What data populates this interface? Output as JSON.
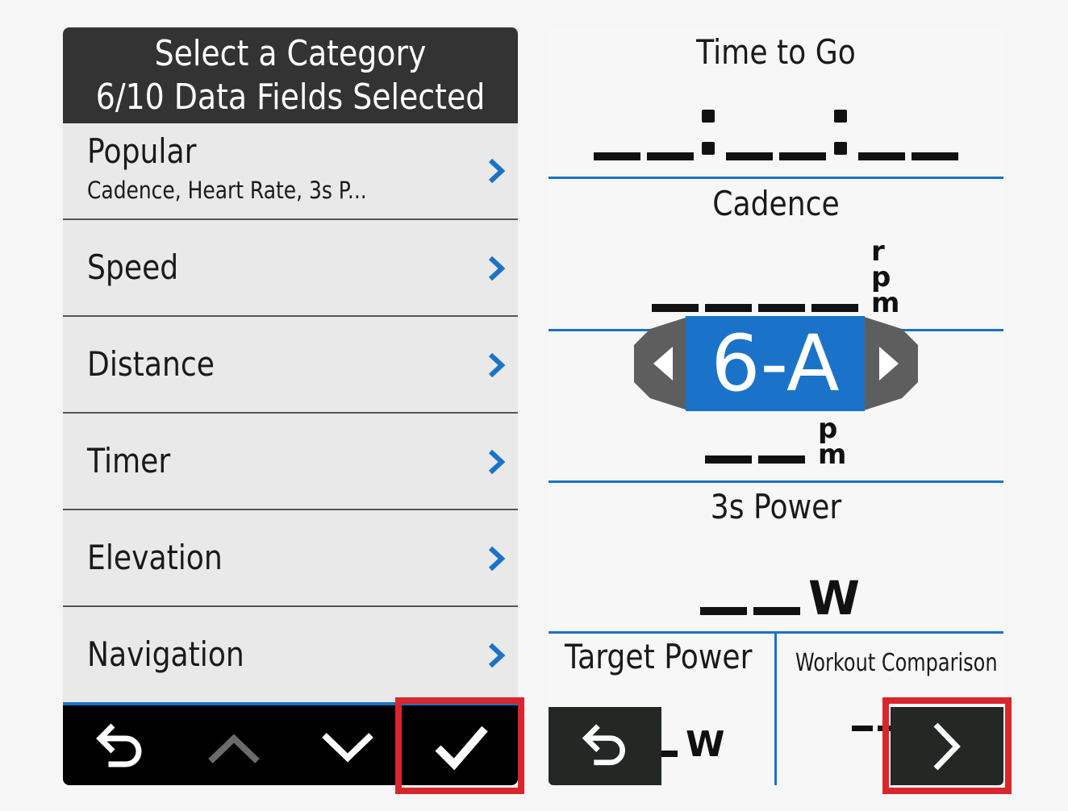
{
  "left": {
    "header": {
      "title": "Select a Category",
      "subtitle": "6/10 Data Fields Selected"
    },
    "items": [
      {
        "label": "Popular",
        "sub": "Cadence, Heart Rate, 3s P..."
      },
      {
        "label": "Speed"
      },
      {
        "label": "Distance"
      },
      {
        "label": "Timer"
      },
      {
        "label": "Elevation"
      },
      {
        "label": "Navigation"
      }
    ],
    "footer": {
      "icons": [
        "back-arrow-icon",
        "chevron-up-icon",
        "chevron-down-icon",
        "checkmark-icon"
      ]
    }
  },
  "right": {
    "fields": [
      {
        "title": "Time to Go"
      },
      {
        "title": "Cadence",
        "unit": "rpm"
      },
      {
        "title": "3s Power",
        "unit": "W"
      },
      {
        "title": "Target Power",
        "unit": "W"
      },
      {
        "title": "Workout Comparison"
      }
    ],
    "overlay": {
      "label": "6-A"
    },
    "lower_unit": {
      "letters": [
        "p",
        "m"
      ]
    },
    "unit_letters": [
      "r",
      "p",
      "m"
    ]
  },
  "colors": {
    "accent_blue": "#1a73c8",
    "header_dark": "#333333",
    "highlight_red": "#d9262c",
    "footer_black": "#000000"
  }
}
